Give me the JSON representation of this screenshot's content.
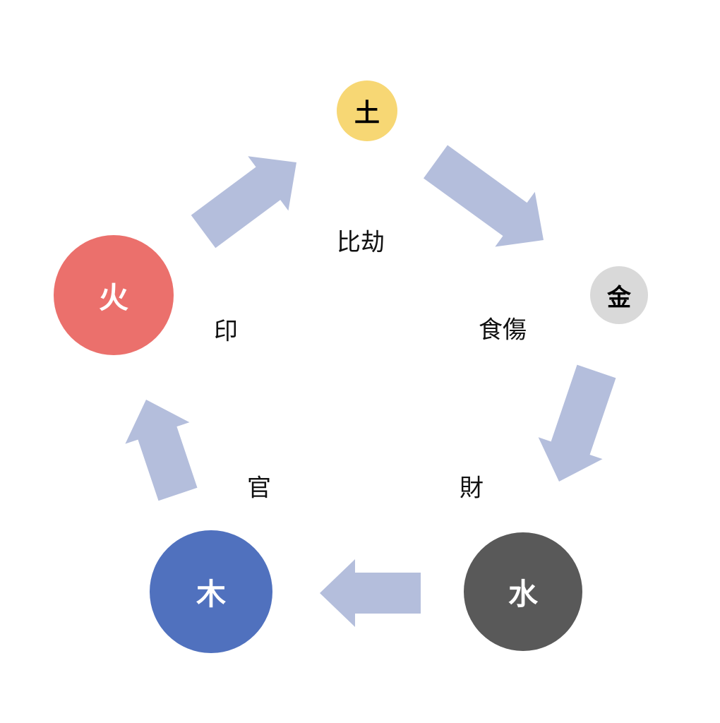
{
  "colors": {
    "arrow": "#B4BEDC",
    "earth": "#F7D774",
    "metal": "#D9D9D9",
    "water": "#595959",
    "wood": "#5071BE",
    "fire": "#EB706C"
  },
  "elements": {
    "earth": "土",
    "metal": "金",
    "water": "水",
    "wood": "木",
    "fire": "火"
  },
  "relations": {
    "peer": "比劫",
    "output": "食傷",
    "wealth": "財",
    "officer": "官",
    "resource": "印"
  }
}
